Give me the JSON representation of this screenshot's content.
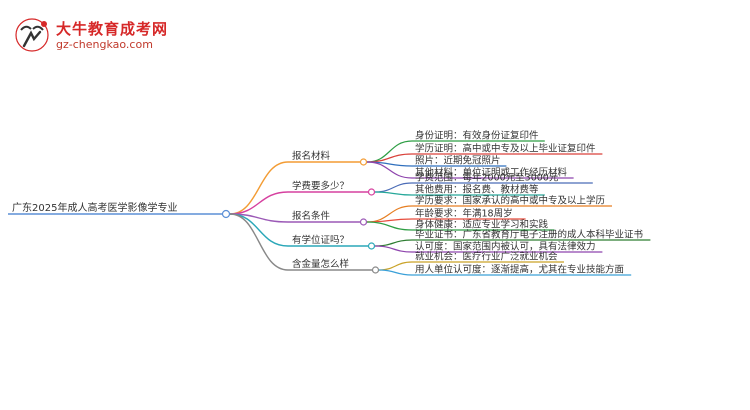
{
  "brand": {
    "title": "大牛教育成考网",
    "url": "gz-chengkao.com"
  },
  "mindmap": {
    "root": "广东2025年成人高考医学影像学专业",
    "branches": [
      {
        "label": "报名材料",
        "color": "#f39c34",
        "children": [
          {
            "text": "身份证明：有效身份证复印件",
            "color": "#2e9e44"
          },
          {
            "text": "学历证明：高中或中专及以上毕业证复印件",
            "color": "#d9413a"
          },
          {
            "text": "照片：近期免冠照片",
            "color": "#2f6fbd"
          },
          {
            "text": "其他材料：单位证明或工作经历材料",
            "color": "#8e44ad"
          }
        ]
      },
      {
        "label": "学费要多少？",
        "color": "#d6409f",
        "children": [
          {
            "text": "学费范围：每年2000元至3000元",
            "color": "#4b6cb7"
          },
          {
            "text": "其他费用：报名费、教材费等",
            "color": "#27a89a"
          }
        ]
      },
      {
        "label": "报名条件",
        "color": "#9b59b6",
        "children": [
          {
            "text": "学历要求：国家承认的高中或中专及以上学历",
            "color": "#e67e22"
          },
          {
            "text": "年龄要求：年满18周岁",
            "color": "#e74c3c"
          },
          {
            "text": "身体健康：适应专业学习和实践",
            "color": "#2e9e44"
          }
        ]
      },
      {
        "label": "有学位证吗？",
        "color": "#2aa7b8",
        "children": [
          {
            "text": "毕业证书：广东省教育厅电子注册的成人本科毕业证书",
            "color": "#2e7d32"
          },
          {
            "text": "认可度：国家范围内被认可，具有法律效力",
            "color": "#8e44ad"
          }
        ]
      },
      {
        "label": "含金量怎么样",
        "color": "#888888",
        "children": [
          {
            "text": "就业机会：医疗行业广泛就业机会",
            "color": "#c9a227"
          },
          {
            "text": "用人单位认可度：逐渐提高，尤其在专业技能方面",
            "color": "#3aa0d8"
          }
        ]
      }
    ]
  }
}
